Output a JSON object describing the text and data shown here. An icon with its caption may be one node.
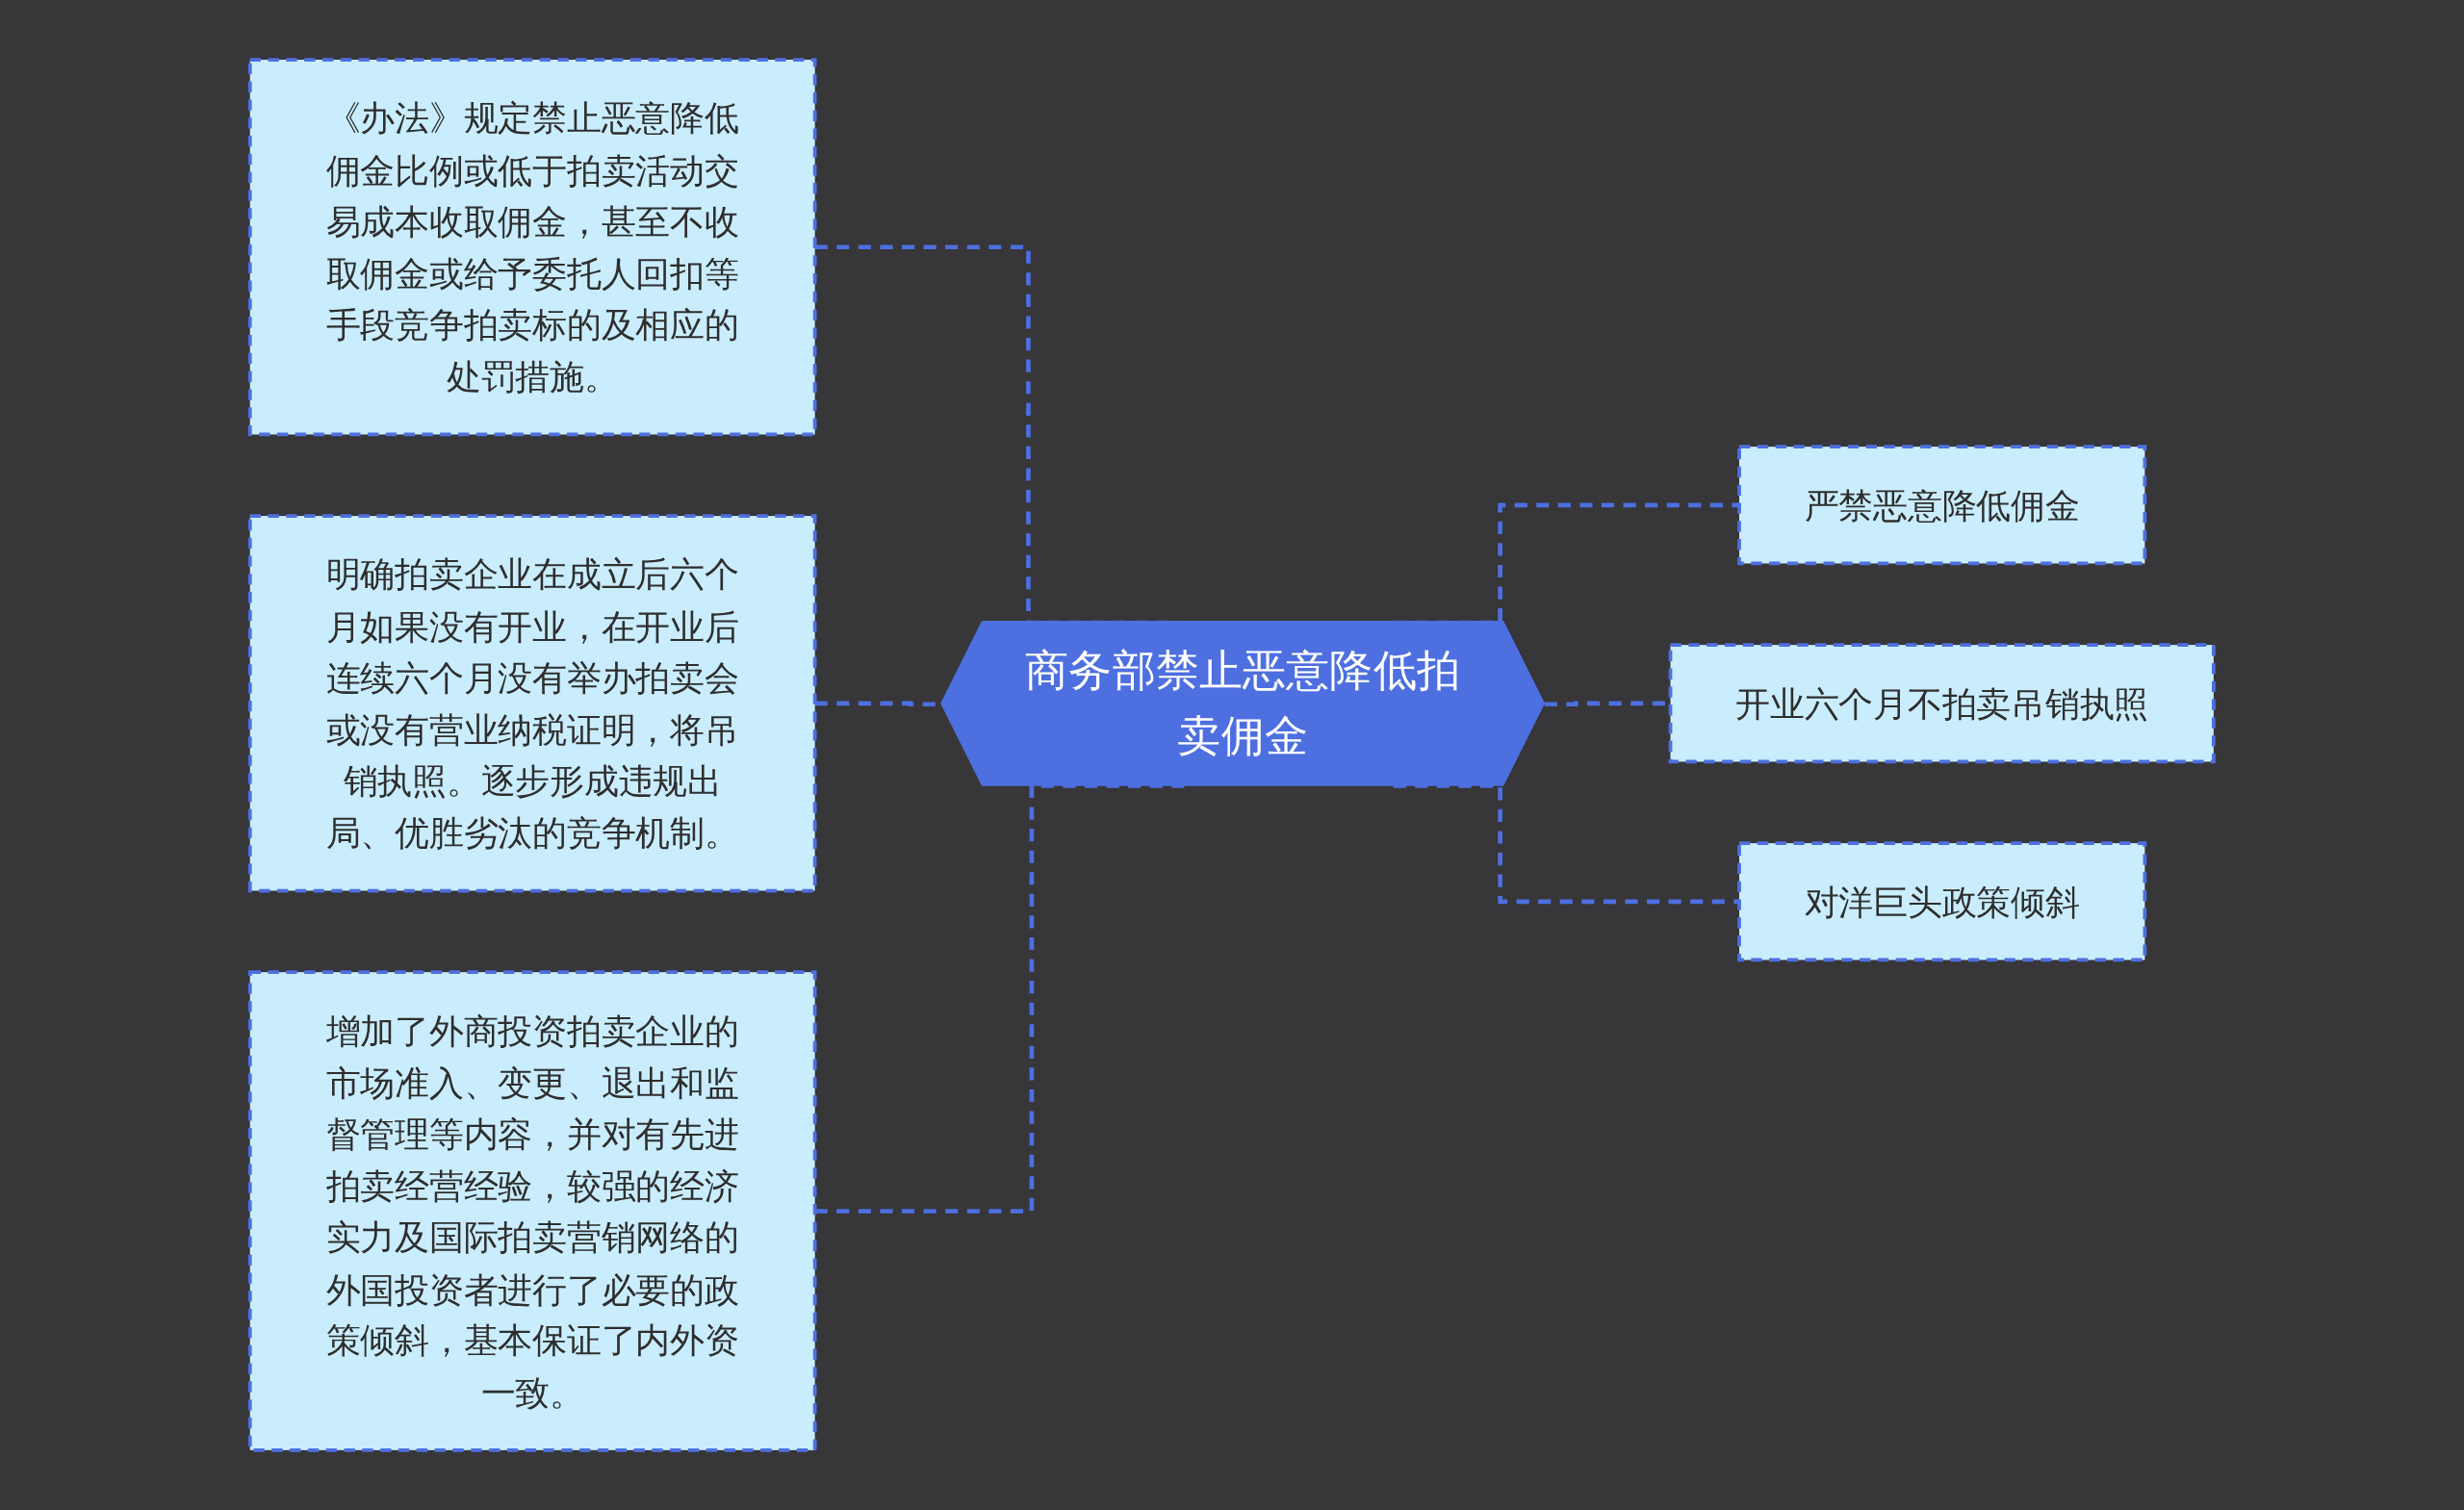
{
  "diagram": {
    "nodes": [
      {
        "text": [
          "商务部禁止恶意降低拍卖佣金"
        ]
      },
      {
        "text": [
          "《办法》规定禁止恶意降低佣金比例或低于拍卖活动交易成本收取佣金，甚至不收取佣金或给予委托人回扣等手段竞争拍卖标的及相应的处罚措施。"
        ]
      },
      {
        "text": [
          "明确拍卖企业在成立后六个月如果没有开业，在开业后连续六个月没有举办拍卖会或没有营业纳税证明，将吊销执照。逐步形成违规出局、优胜劣汰的竞争机制。"
        ]
      },
      {
        "text": [
          "增加了外商投资拍卖企业的市场准入、变更、退出和监督管理等内容，并对有先进拍卖经营经验，较强的经济实力及国际拍卖营销网络的外国投资者进行了必要的政策倾斜，基本保证了内外资一致。"
        ]
      },
      {
        "text": [
          "严禁恶意降低佣金"
        ]
      },
      {
        "text": [
          "开业六个月不拍卖吊销执照"
        ]
      },
      {
        "text": [
          "对洋巨头政策倾斜"
        ]
      }
    ],
    "edges": [
      {
        "from": 1,
        "to": 0,
        "arrow": "none",
        "style": "dashed"
      },
      {
        "from": 2,
        "to": 0,
        "arrow": "none",
        "style": "dashed"
      },
      {
        "from": 3,
        "to": 0,
        "arrow": "none",
        "style": "dashed"
      },
      {
        "from": 0,
        "to": 4,
        "arrow": "none",
        "style": "dashed"
      },
      {
        "from": 0,
        "to": 5,
        "arrow": "none",
        "style": "dashed"
      },
      {
        "from": 0,
        "to": 6,
        "arrow": "none",
        "style": "dashed"
      }
    ]
  }
}
